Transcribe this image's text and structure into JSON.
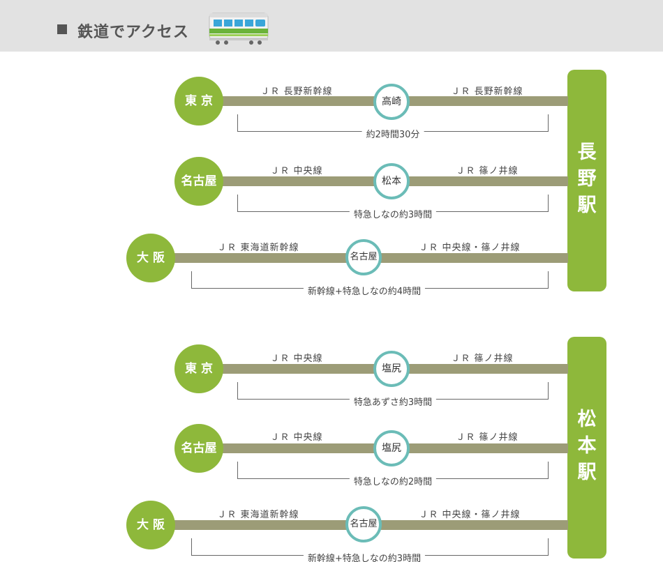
{
  "header": {
    "title": "鉄道でアクセス"
  },
  "groups": [
    {
      "destination": [
        "長",
        "野",
        "駅"
      ],
      "routes": [
        {
          "origin": "東 京",
          "via": "高崎",
          "line_left": "ＪＲ 長野新幹線",
          "line_right": "ＪＲ 長野新幹線",
          "duration": "約2時間30分"
        },
        {
          "origin": "名古屋",
          "via": "松本",
          "line_left": "ＪＲ 中央線",
          "line_right": "ＪＲ 篠ノ井線",
          "duration": "特急しなの約3時間"
        },
        {
          "origin": "大 阪",
          "via": "名古屋",
          "line_left": "ＪＲ 東海道新幹線",
          "line_right": "ＪＲ 中央線・篠ノ井線",
          "duration": "新幹線+特急しなの約4時間"
        }
      ]
    },
    {
      "destination": [
        "松",
        "本",
        "駅"
      ],
      "routes": [
        {
          "origin": "東 京",
          "via": "塩尻",
          "line_left": "ＪＲ 中央線",
          "line_right": "ＪＲ 篠ノ井線",
          "duration": "特急あずさ約3時間"
        },
        {
          "origin": "名古屋",
          "via": "塩尻",
          "line_left": "ＪＲ 中央線",
          "line_right": "ＪＲ 篠ノ井線",
          "duration": "特急しなの約2時間"
        },
        {
          "origin": "大 阪",
          "via": "名古屋",
          "line_left": "ＪＲ 東海道新幹線",
          "line_right": "ＪＲ 中央線・篠ノ井線",
          "duration": "新幹線+特急しなの約3時間"
        }
      ]
    }
  ],
  "icons": {
    "header_bullet": "square-bullet-icon",
    "train": "train-icon"
  },
  "colors": {
    "header_bg": "#e2e2e2",
    "accent_green": "#8eb83b",
    "rail": "#9c9c77",
    "via_ring": "#6bbcb7"
  }
}
